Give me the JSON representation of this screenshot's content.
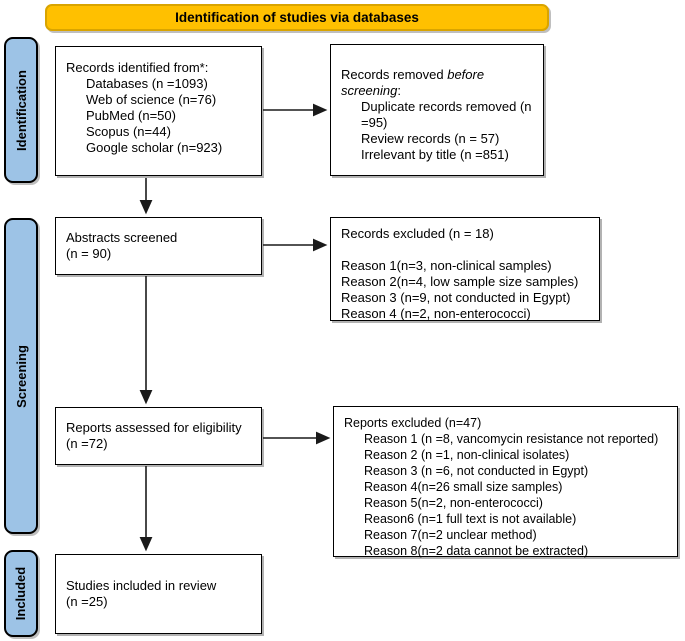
{
  "banner": {
    "title": "Identification of studies via databases"
  },
  "sidebar": {
    "identification": "Identification",
    "screening": "Screening",
    "included": "Included"
  },
  "boxes": {
    "records_identified": {
      "heading": "Records identified from*:",
      "items": [
        "Databases (n =1093)",
        "Web of science (n=76)",
        "PubMed (n=50)",
        "Scopus (n=44)",
        "Google scholar (n=923)"
      ]
    },
    "records_removed": {
      "heading_prefix": "Records removed ",
      "heading_italic": "before screening",
      "heading_suffix": ":",
      "items": [
        "Duplicate records removed (n =95)",
        "Review records (n = 57)",
        "Irrelevant by title (n =851)"
      ]
    },
    "abstracts_screened": {
      "line1": "Abstracts screened",
      "line2": "(n = 90)"
    },
    "records_excluded": {
      "heading": "Records excluded (n = 18)",
      "items": [
        "Reason 1(n=3, non-clinical samples)",
        "Reason 2(n=4, low sample size samples)",
        "Reason 3 (n=9, not conducted in Egypt)",
        "Reason 4 (n=2, non-enterococci)"
      ]
    },
    "reports_assessed": {
      "line1": "Reports assessed for eligibility",
      "line2": "(n =72)"
    },
    "reports_excluded": {
      "heading": "Reports excluded (n=47)",
      "items": [
        "Reason 1 (n =8, vancomycin resistance not reported)",
        "Reason 2 (n =1, non-clinical isolates)",
        "Reason 3 (n =6, not conducted in Egypt)",
        "Reason 4(n=26 small size samples)",
        "Reason 5(n=2, non-enterococci)",
        "Reason6 (n=1 full text is not available)",
        "Reason 7(n=2 unclear method)",
        "Reason 8(n=2 data cannot be extracted)"
      ]
    },
    "studies_included": {
      "line1": "Studies included in review",
      "line2": "(n =25)"
    }
  },
  "colors": {
    "banner_fill": "#FFC000",
    "banner_border": "#D9A400",
    "sidebar_fill": "#9DC3E6",
    "box_border": "#000000",
    "arrow": "#1a1a1a"
  }
}
